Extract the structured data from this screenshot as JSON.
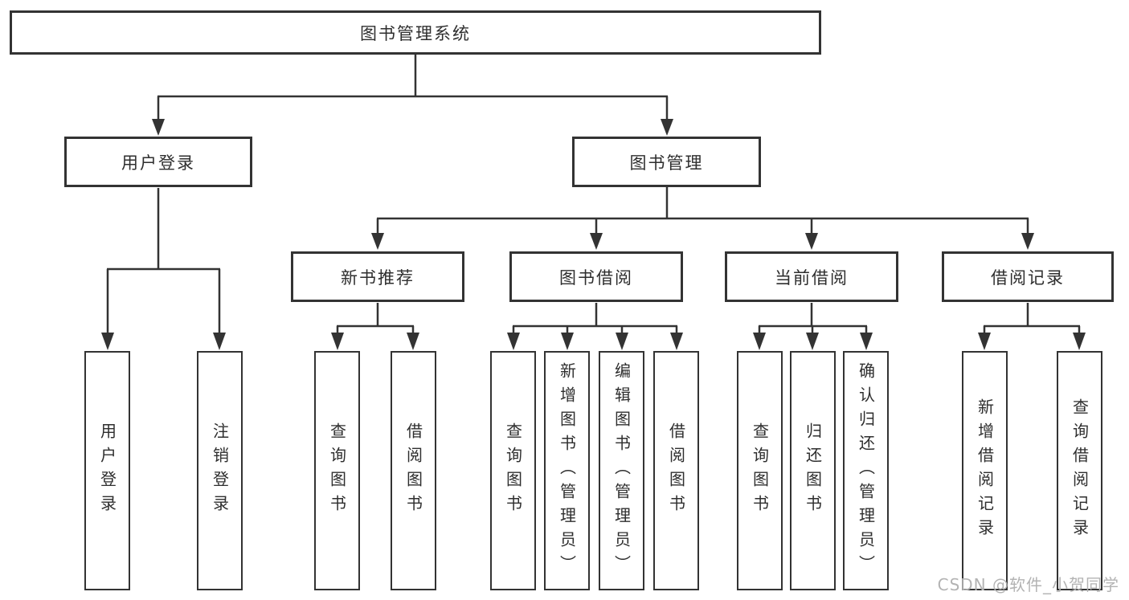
{
  "tree": {
    "root": {
      "label": "图书管理系统",
      "children": [
        {
          "label": "用户登录",
          "children": [
            {
              "label": "用户登录"
            },
            {
              "label": "注销登录"
            }
          ]
        },
        {
          "label": "图书管理",
          "children": [
            {
              "label": "新书推荐",
              "children": [
                {
                  "label": "查询图书"
                },
                {
                  "label": "借阅图书"
                }
              ]
            },
            {
              "label": "图书借阅",
              "children": [
                {
                  "label": "查询图书"
                },
                {
                  "label": "新增图书（管理员）"
                },
                {
                  "label": "编辑图书（管理员）"
                },
                {
                  "label": "借阅图书"
                }
              ]
            },
            {
              "label": "当前借阅",
              "children": [
                {
                  "label": "查询图书"
                },
                {
                  "label": "归还图书"
                },
                {
                  "label": "确认归还（管理员）"
                }
              ]
            },
            {
              "label": "借阅记录",
              "children": [
                {
                  "label": "新增借阅记录"
                },
                {
                  "label": "查询借阅记录"
                }
              ]
            }
          ]
        }
      ]
    }
  },
  "watermark": {
    "text": "CSDN @软件_小贺同学"
  },
  "colors": {
    "line": "#333333",
    "text": "#2e2e2e",
    "watermark": "#b3b3b3",
    "background": "#ffffff"
  }
}
